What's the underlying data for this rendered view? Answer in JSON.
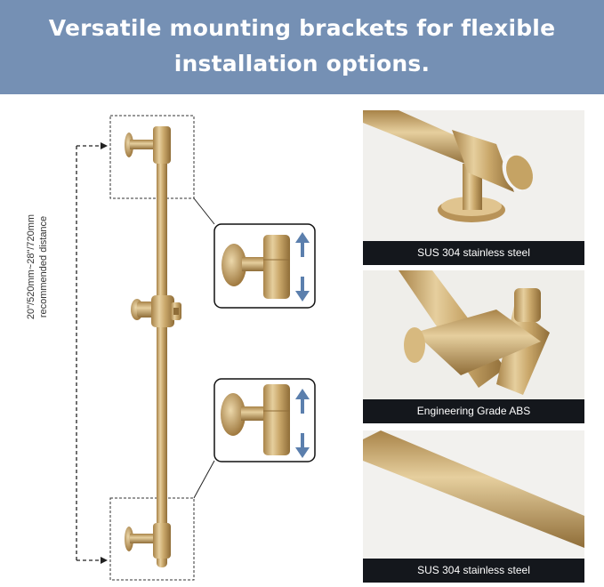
{
  "banner": {
    "title_line1": "Versatile mounting brackets for flexible",
    "title_line2": "installation options.",
    "color": "#7590b4"
  },
  "diagram": {
    "distance_label": "20\"/520mm~28\"/720mm",
    "recommended_label": "recommended distance",
    "metal_color": "#c9a96a"
  },
  "photos": [
    {
      "caption": "SUS 304 stainless steel"
    },
    {
      "caption": "Engineering Grade ABS"
    },
    {
      "caption": "SUS 304 stainless steel"
    }
  ]
}
